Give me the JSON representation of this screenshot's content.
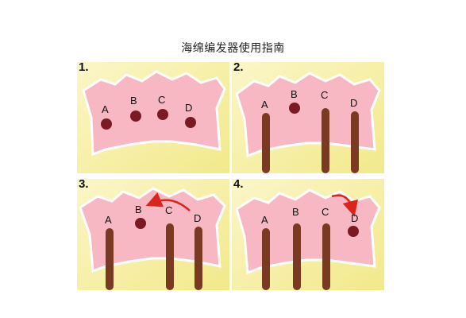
{
  "title": "海绵编发器使用指南",
  "colors": {
    "background_yellow": "#f5f0a8",
    "sponge_pink": "#f7b7c3",
    "sponge_outline": "#ffffff",
    "hole": "#7a1a24",
    "hair_strand": "#7a3a22",
    "arrow": "#d8261c"
  },
  "panels": [
    {
      "number": "1.",
      "labels": [
        "A",
        "B",
        "C",
        "D"
      ]
    },
    {
      "number": "2.",
      "labels": [
        "A",
        "B",
        "C",
        "D"
      ]
    },
    {
      "number": "3.",
      "labels": [
        "A",
        "B",
        "C",
        "D"
      ]
    },
    {
      "number": "4.",
      "labels": [
        "A",
        "B",
        "C",
        "D"
      ]
    }
  ]
}
